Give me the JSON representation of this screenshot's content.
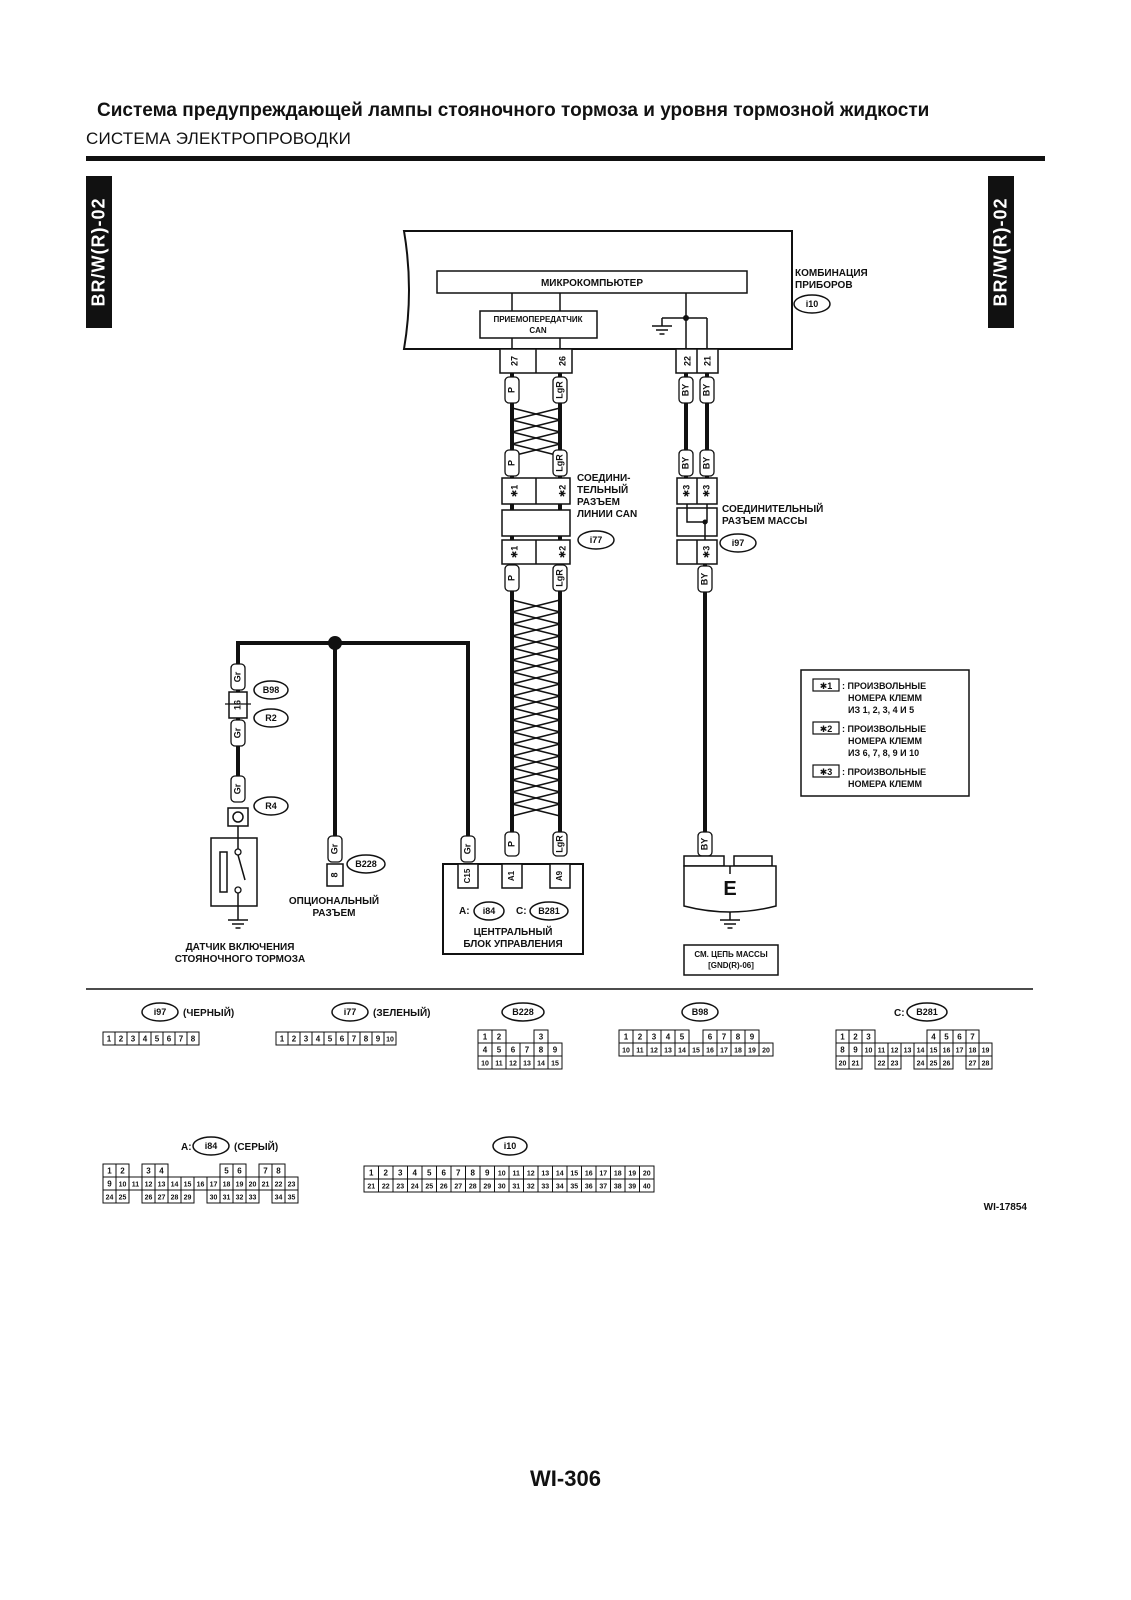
{
  "header": {
    "title": "Система предупреждающей лампы стояночного тормоза и уровня тормозной жидкости",
    "subtitle": "СИСТЕМА ЭЛЕКТРОПРОВОДКИ",
    "side_tab": "BR/W(R)-02"
  },
  "combination_meter": {
    "name_line1": "КОМБИНАЦИЯ",
    "name_line2": "ПРИБОРОВ",
    "connector": "i10",
    "microcomputer": "МИКРОКОМПЬЮТЕР",
    "transceiver_line1": "ПРИЕМОПЕРЕДАТЧИК",
    "transceiver_line2": "CAN",
    "pins": [
      "27",
      "26",
      "22",
      "21"
    ]
  },
  "wire_colors": {
    "p": "P",
    "lgr": "LgR",
    "by": "BY",
    "gr": "Gr"
  },
  "can_joint": {
    "label_lines": [
      "СОЕДИНИ-",
      "ТЕЛЬНЫЙ",
      "РАЗЪЕМ",
      "ЛИНИИ CAN"
    ],
    "connector": "i77",
    "pin1": "✱1",
    "pin2": "✱2"
  },
  "ground_joint": {
    "label_lines": [
      "СОЕДИНИТЕЛЬНЫЙ",
      "РАЗЪЕМ МАССЫ"
    ],
    "connector": "i97",
    "pin3": "✱3"
  },
  "legend": [
    {
      "key": "✱1",
      "lines": [
        ": ПРОИЗВОЛЬНЫЕ",
        "НОМЕРА КЛЕММ",
        "ИЗ 1, 2, 3, 4 И 5"
      ]
    },
    {
      "key": "✱2",
      "lines": [
        ": ПРОИЗВОЛЬНЫЕ",
        "НОМЕРА КЛЕММ",
        "ИЗ 6, 7, 8, 9 И 10"
      ]
    },
    {
      "key": "✱3",
      "lines": [
        ": ПРОИЗВОЛЬНЫЕ",
        "НОМЕРА КЛЕММ"
      ]
    }
  ],
  "harness": {
    "b98": "B98",
    "b98_pin": "16",
    "r2": "R2",
    "r4": "R4"
  },
  "parking_switch": {
    "line1": "ДАТЧИК ВКЛЮЧЕНИЯ",
    "line2": "СТОЯНОЧНОГО ТОРМОЗА"
  },
  "optional_connector": {
    "line1": "ОПЦИОНАЛЬНЫЙ",
    "line2": "РАЗЪЕМ",
    "connector": "B228",
    "pin": "8"
  },
  "central_unit": {
    "line1": "ЦЕНТРАЛЬНЫЙ",
    "line2": "БЛОК УПРАВЛЕНИЯ",
    "prefix_a": "A:",
    "connector_a": "i84",
    "prefix_c": "C:",
    "connector_c": "B281",
    "pins": [
      "C15",
      "A1",
      "A9"
    ]
  },
  "ground_ref": {
    "letter": "E",
    "line1": "СМ. ЦЕПЬ МАССЫ",
    "line2": "[GND(R)-06]"
  },
  "connector_views": {
    "i97": {
      "id": "i97",
      "label": "(ЧЕРНЫЙ)",
      "rows": [
        [
          "1",
          "2",
          "3",
          "4",
          "5",
          "6",
          "7",
          "8"
        ]
      ]
    },
    "i77": {
      "id": "i77",
      "label": "(ЗЕЛЕНЫЙ)",
      "rows": [
        [
          "1",
          "2",
          "3",
          "4",
          "5",
          "6",
          "7",
          "8",
          "9",
          "10"
        ]
      ]
    },
    "b228": {
      "id": "B228",
      "rows": [
        [
          "1",
          "2",
          "",
          "",
          "3"
        ],
        [
          "4",
          "5",
          "6",
          "7",
          "8",
          "9"
        ],
        [
          "10",
          "11",
          "12",
          "13",
          "14",
          "15"
        ]
      ]
    },
    "b98": {
      "id": "B98",
      "rows": [
        [
          "1",
          "2",
          "3",
          "4",
          "5",
          "",
          "6",
          "7",
          "8",
          "9"
        ],
        [
          "10",
          "11",
          "12",
          "13",
          "14",
          "15",
          "16",
          "17",
          "18",
          "19",
          "20"
        ]
      ]
    },
    "b281": {
      "prefix": "C:",
      "id": "B281",
      "rows": [
        [
          "1",
          "2",
          "3",
          "",
          "",
          "",
          "",
          "4",
          "5",
          "6",
          "7"
        ],
        [
          "8",
          "9",
          "10",
          "11",
          "12",
          "13",
          "14",
          "15",
          "16",
          "17",
          "18",
          "19"
        ],
        [
          "20",
          "21",
          "",
          "22",
          "23",
          "",
          "24",
          "25",
          "26",
          "",
          "27",
          "28"
        ]
      ]
    },
    "i84": {
      "prefix": "A:",
      "id": "i84",
      "label": "(СЕРЫЙ)",
      "rows": [
        [
          "1",
          "2",
          "",
          "3",
          "4",
          "",
          "",
          "",
          "",
          "5",
          "6",
          "",
          "7",
          "8"
        ],
        [
          "9",
          "10",
          "11",
          "12",
          "13",
          "14",
          "15",
          "16",
          "17",
          "18",
          "19",
          "20",
          "21",
          "22",
          "23"
        ],
        [
          "24",
          "25",
          "",
          "26",
          "27",
          "28",
          "29",
          "",
          "30",
          "31",
          "32",
          "33",
          "",
          "34",
          "35"
        ]
      ]
    },
    "i10": {
      "id": "i10",
      "rows": [
        [
          "1",
          "2",
          "3",
          "4",
          "5",
          "6",
          "7",
          "8",
          "9",
          "10",
          "11",
          "12",
          "13",
          "14",
          "15",
          "16",
          "17",
          "18",
          "19",
          "20"
        ],
        [
          "21",
          "22",
          "23",
          "24",
          "25",
          "26",
          "27",
          "28",
          "29",
          "30",
          "31",
          "32",
          "33",
          "34",
          "35",
          "36",
          "37",
          "38",
          "39",
          "40"
        ]
      ]
    }
  },
  "figure_code": "WI-17854",
  "page_number": "WI-306"
}
